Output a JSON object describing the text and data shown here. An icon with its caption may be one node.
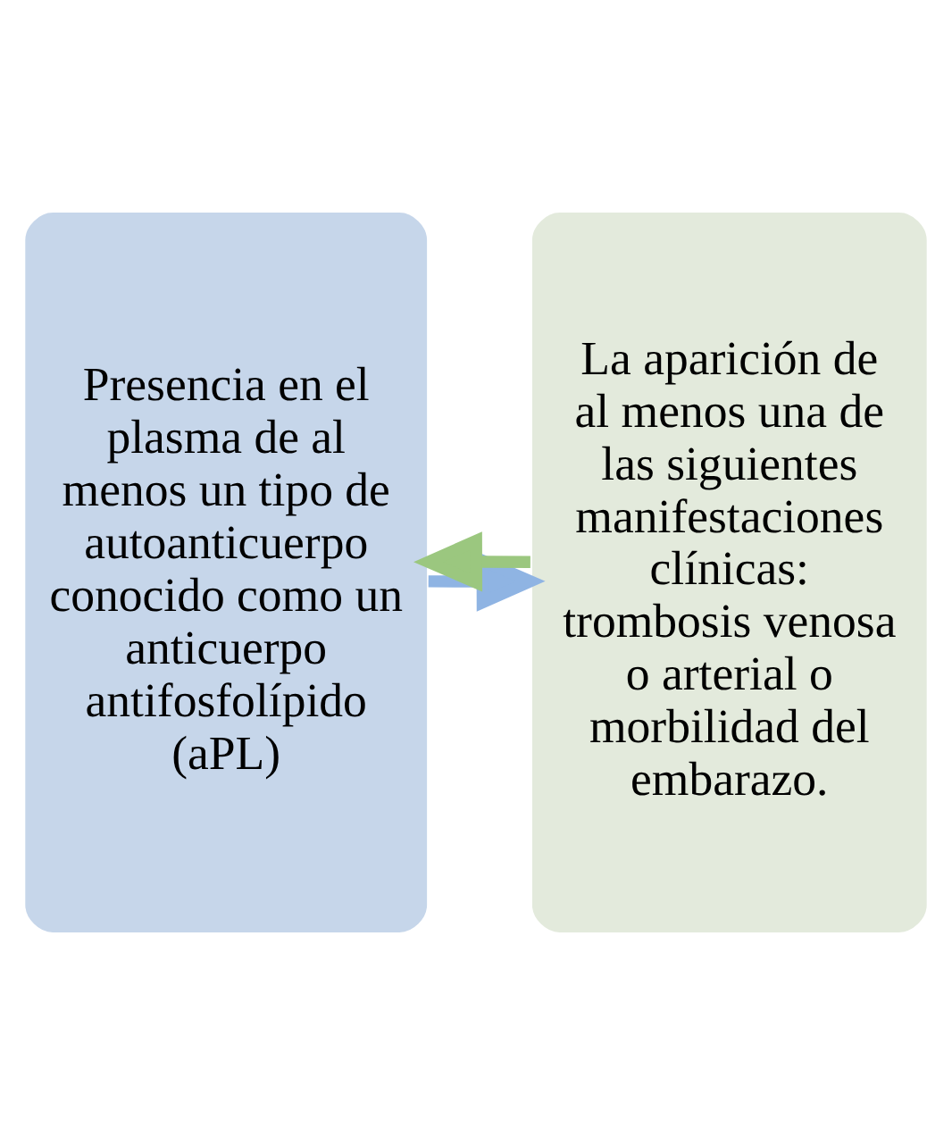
{
  "diagram": {
    "nodes": [
      {
        "text": [
          "Presencia en el plasma de al menos un tipo de autoanticuerpo conocido como un anticuerpo antifosfolípido (aPL)"
        ]
      },
      {
        "text": [
          "La aparición de al menos una de las siguientes manifestaciones clínicas: trombosis venosa o arterial o morbilidad del embarazo."
        ]
      }
    ],
    "edges": [
      {
        "from": 0,
        "to": 1,
        "arrow": "to",
        "color": "#8fb4e3"
      },
      {
        "from": 1,
        "to": 0,
        "arrow": "to",
        "color": "#9bc77f"
      }
    ]
  }
}
